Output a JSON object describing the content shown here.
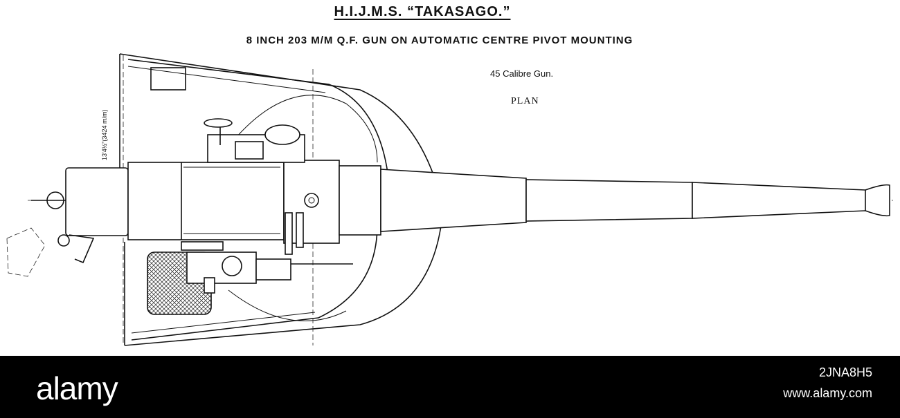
{
  "drawing": {
    "title": "H.I.J.M.S. “TAKASAGO.”",
    "subtitle": "8 INCH 203 M/M Q.F. GUN ON AUTOMATIC CENTRE PIVOT MOUNTING",
    "calibre_note": "45 Calibre Gun.",
    "view_label": "PLAN",
    "dimension_label": "13'4½\"(3424 m/m)"
  },
  "footer": {
    "brand": "alamy",
    "image_id": "2JNA8H5",
    "site_url": "www.alamy.com",
    "background": "#000000",
    "text_color": "#ffffff"
  }
}
